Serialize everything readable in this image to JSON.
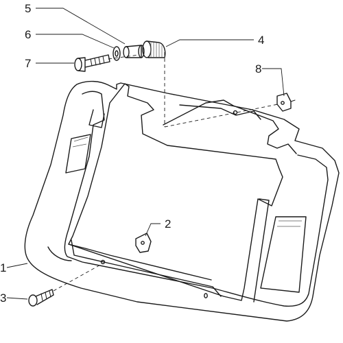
{
  "diagram": {
    "callouts": [
      {
        "id": "c1",
        "label": "1",
        "part": "rear-rack-carrier-plate"
      },
      {
        "id": "c2",
        "label": "2",
        "part": "speed-nut-lower"
      },
      {
        "id": "c3",
        "label": "3",
        "part": "self-tapping-screw"
      },
      {
        "id": "c4",
        "label": "4",
        "part": "rubber-grommet"
      },
      {
        "id": "c5",
        "label": "5",
        "part": "spacer-bush"
      },
      {
        "id": "c6",
        "label": "6",
        "part": "washer"
      },
      {
        "id": "c7",
        "label": "7",
        "part": "screw"
      },
      {
        "id": "c8",
        "label": "8",
        "part": "speed-nut-upper"
      }
    ],
    "colors": {
      "line": "#1a1a1a",
      "background": "#ffffff"
    }
  }
}
